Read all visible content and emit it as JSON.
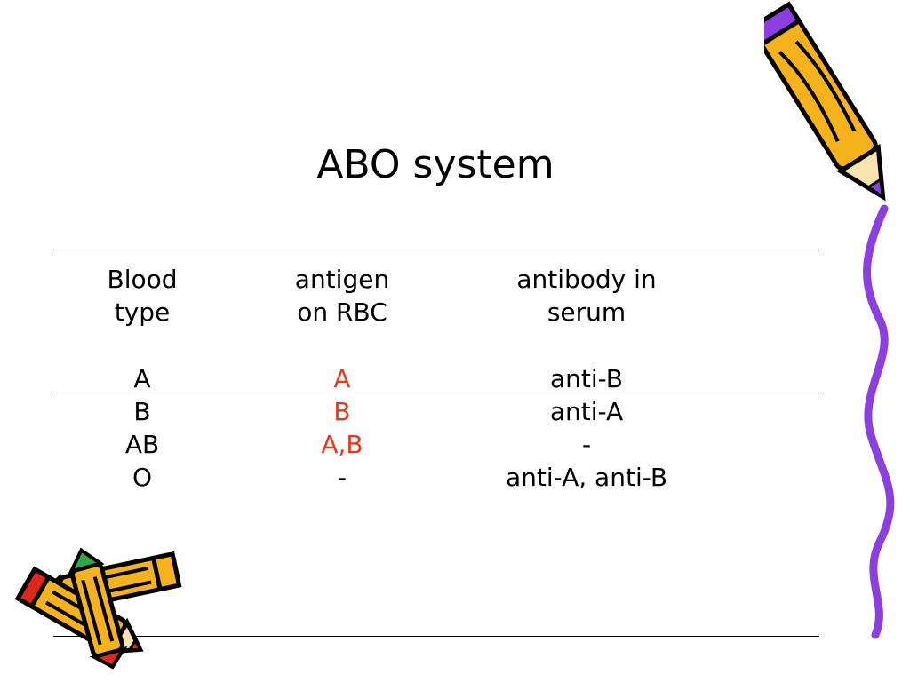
{
  "slide": {
    "title": "ABO system",
    "headers": {
      "blood_type": [
        "Blood",
        "type"
      ],
      "antigen": [
        "antigen",
        "on RBC"
      ],
      "antibody": [
        "antibody in",
        "serum"
      ]
    },
    "rows": [
      {
        "blood_type": "A",
        "antigen": "A",
        "antibody": "anti-B"
      },
      {
        "blood_type": "B",
        "antigen": "B",
        "antibody": "anti-A"
      },
      {
        "blood_type": "AB",
        "antigen": "A,B",
        "antibody": "-"
      },
      {
        "blood_type": "O",
        "antigen": "-",
        "antibody": "anti-A, anti-B"
      }
    ],
    "colors": {
      "antigen_text": "#e8371a",
      "pencil_body": "#f6b21b",
      "pencil_purple": "#8c3fe0",
      "pencil_red": "#e0271c",
      "pencil_green": "#2fa84a"
    },
    "decorations": [
      "pencil-icon",
      "pencil-icon",
      "pencil-icon",
      "squiggle-line"
    ]
  }
}
